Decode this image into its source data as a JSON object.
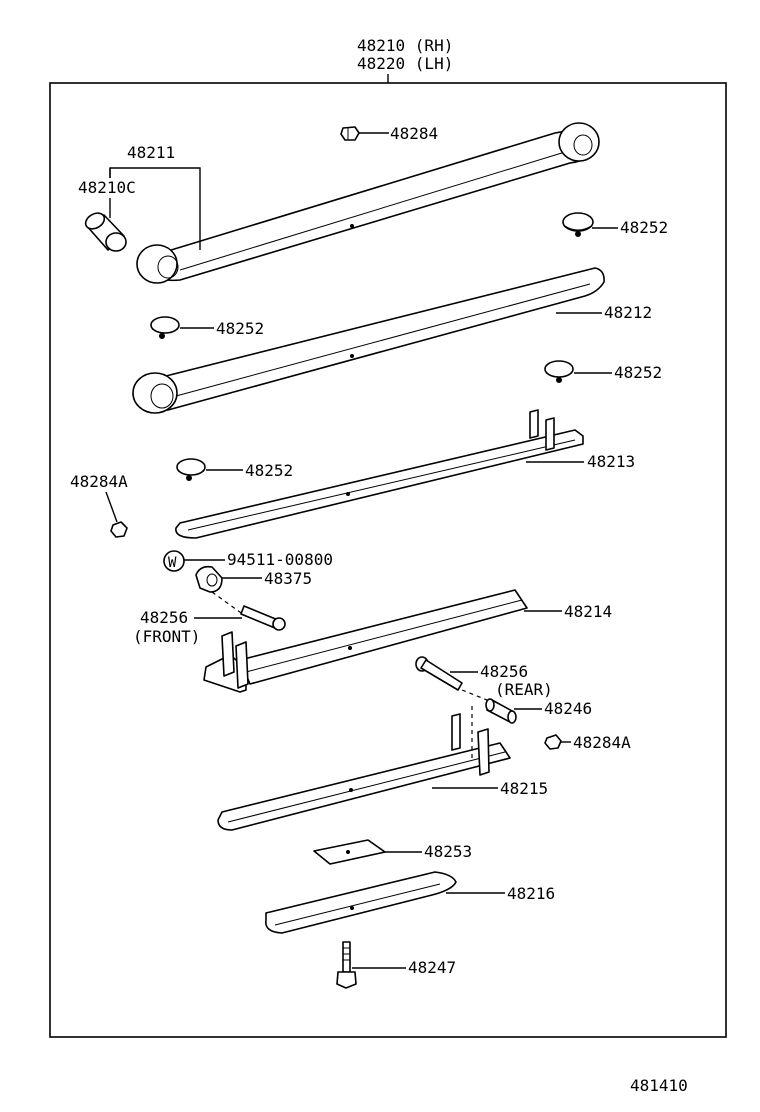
{
  "diagram": {
    "header_rh": "48210 (RH)",
    "header_lh": "48220 (LH)",
    "figure_number": "481410",
    "washer_symbol": "W",
    "labels": {
      "p48284": "48284",
      "p48211": "48211",
      "p48210c": "48210C",
      "p48252_a": "48252",
      "p48252_b": "48252",
      "p48212": "48212",
      "p48252_c": "48252",
      "p48213": "48213",
      "p48252_d": "48252",
      "p48284a_left": "48284A",
      "p94511": "94511-00800",
      "p48375": "48375",
      "p48256_front": "48256",
      "front_note": "(FRONT)",
      "p48214": "48214",
      "p48256_rear": "48256",
      "rear_note": "(REAR)",
      "p48246": "48246",
      "p48284a_right": "48284A",
      "p48215": "48215",
      "p48253": "48253",
      "p48216": "48216",
      "p48247": "48247"
    }
  }
}
